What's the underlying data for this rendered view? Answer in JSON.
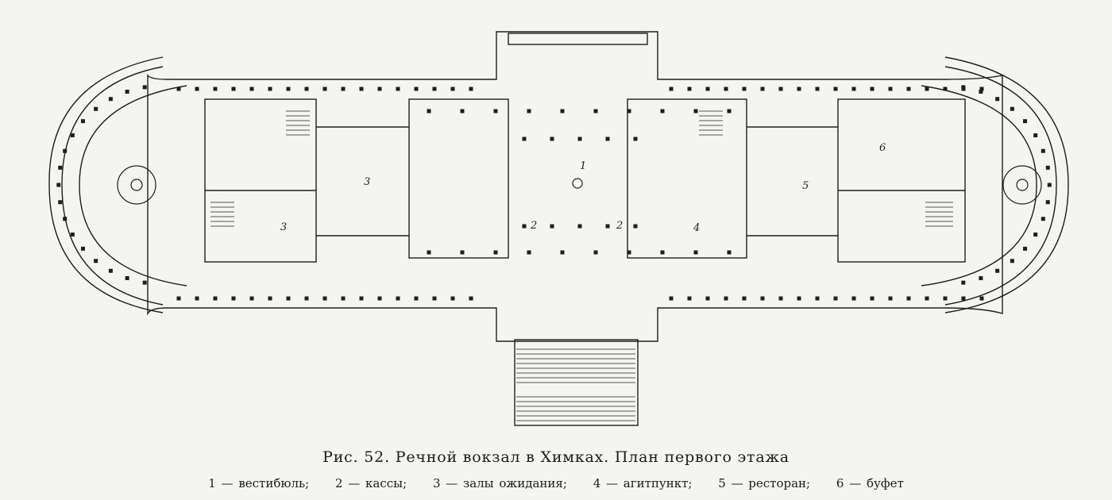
{
  "figure": {
    "caption": "Рис. 52. Речной вокзал в Химках. План первого этажа",
    "legend": [
      "1 — вестибюль;",
      "2 — кассы;",
      "3 — залы ожидания;",
      "4 — агитпункт;",
      "5 — ресторан;",
      "6 — буфет"
    ]
  },
  "plan": {
    "room_labels": {
      "vestibule": "1",
      "cashier_left": "2",
      "cashier_right": "2",
      "waiting_upper": "3",
      "waiting_lower": "3",
      "agitpunkt": "4",
      "restaurant": "5",
      "buffet": "6"
    }
  },
  "colors": {
    "ink": "#1e1e1e",
    "hatch": "#555555",
    "paper": "#f4f4f2"
  }
}
